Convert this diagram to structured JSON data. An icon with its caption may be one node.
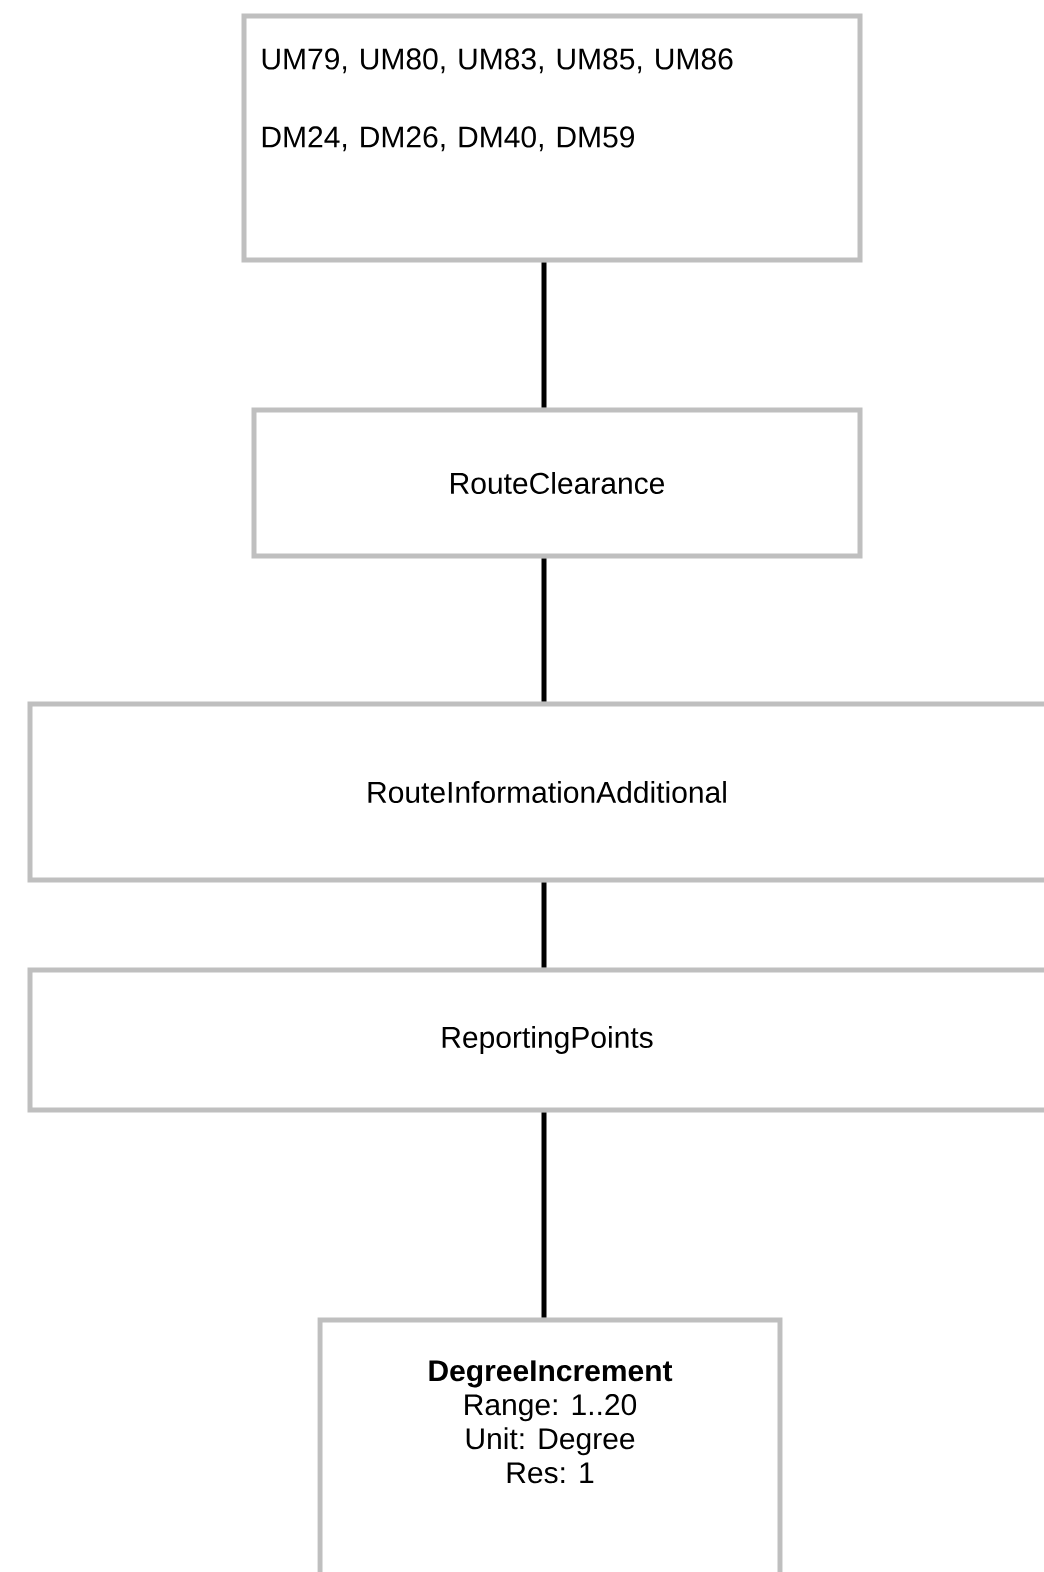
{
  "diagram": {
    "nodes": [
      {
        "text": [
          "UM79, UM80, UM83, UM85, UM86",
          "DM24, DM26, DM40, DM59"
        ]
      },
      {
        "text": [
          "RouteClearance"
        ]
      },
      {
        "text": [
          "RouteInformationAdditional"
        ]
      },
      {
        "text": [
          "ReportingPoints"
        ]
      },
      {
        "text": [
          "DegreeIncrement",
          "Range: 1..20",
          "Unit: Degree",
          "Res: 1"
        ]
      }
    ],
    "edges": [
      {
        "from": 0,
        "to": 1,
        "arrow": "none"
      },
      {
        "from": 1,
        "to": 2,
        "arrow": "none"
      },
      {
        "from": 2,
        "to": 3,
        "arrow": "none"
      },
      {
        "from": 3,
        "to": 4,
        "arrow": "none"
      }
    ]
  }
}
